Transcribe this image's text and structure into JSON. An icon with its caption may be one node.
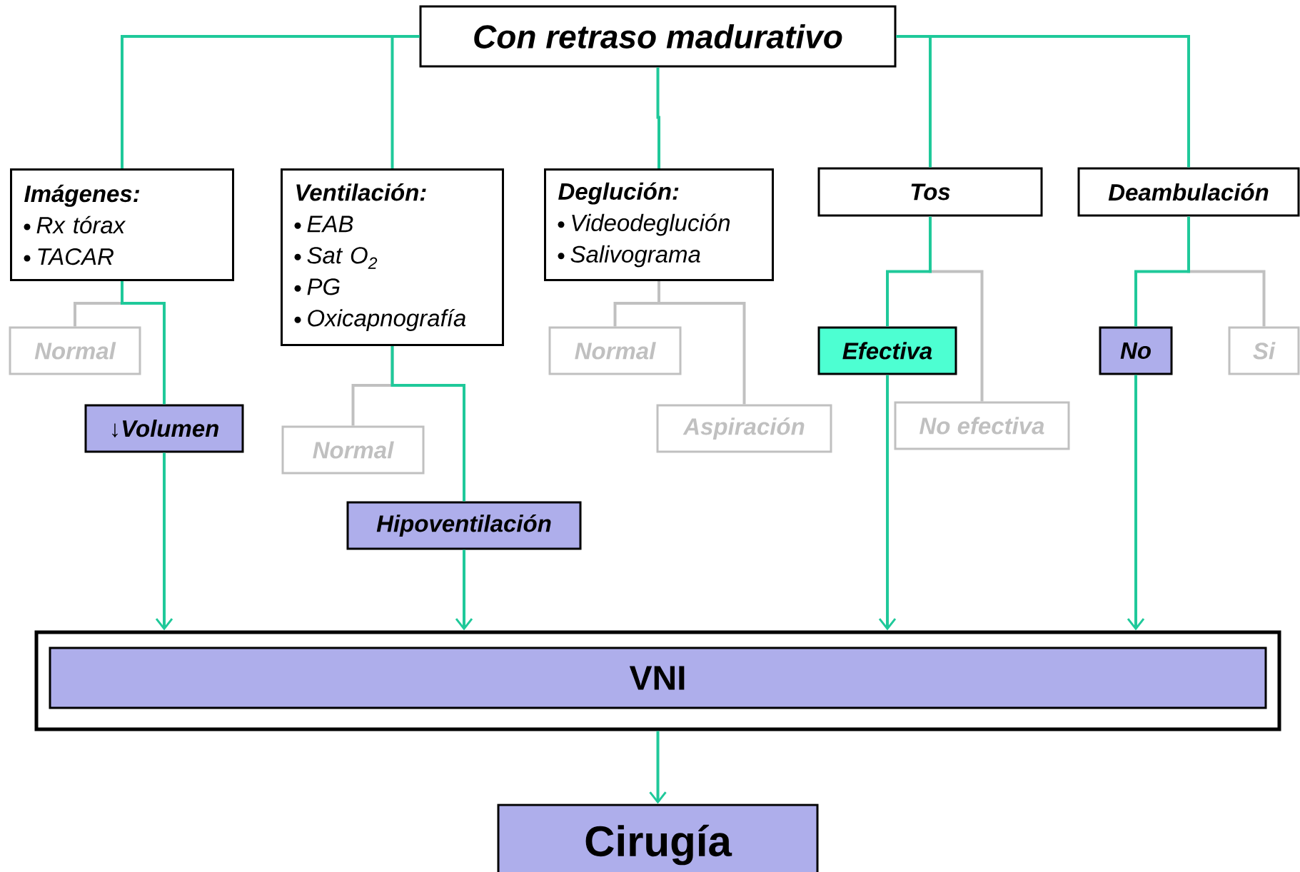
{
  "diagram": {
    "nodes": [
      {
        "text": [
          "Con retraso madurativo"
        ]
      },
      {
        "text": [
          "Imágenes:",
          "Rx tórax",
          "TACAR"
        ]
      },
      {
        "text": [
          "Ventilación:",
          "EAB",
          "Sat O$_{2}$",
          "PG",
          "Oxicapnografía"
        ]
      },
      {
        "text": [
          "Deglución:",
          "Videodeglución",
          "Salivograma"
        ]
      },
      {
        "text": [
          "Tos"
        ]
      },
      {
        "text": [
          "Deambulación"
        ]
      },
      {
        "text": [
          "Normal"
        ]
      },
      {
        "text": [
          "↓Volumen"
        ]
      },
      {
        "text": [
          "Normal"
        ]
      },
      {
        "text": [
          "Hipoventilación"
        ]
      },
      {
        "text": [
          "Normal"
        ]
      },
      {
        "text": [
          "Aspiración"
        ]
      },
      {
        "text": [
          "Efectiva"
        ]
      },
      {
        "text": [
          "No efectiva"
        ]
      },
      {
        "text": [
          "No"
        ]
      },
      {
        "text": [
          "Si"
        ]
      },
      {
        "text": [],
        "shape": "box"
      },
      {
        "text": [
          "VNI"
        ],
        "in": 16
      },
      {
        "text": [
          "Cirugía"
        ]
      }
    ],
    "edges": [
      {
        "from": 0,
        "to": 1,
        "arrow": "none"
      },
      {
        "from": 0,
        "to": 2,
        "arrow": "none"
      },
      {
        "from": 0,
        "to": 3,
        "arrow": "none"
      },
      {
        "from": 0,
        "to": 4,
        "arrow": "none"
      },
      {
        "from": 0,
        "to": 5,
        "arrow": "none"
      },
      {
        "from": 1,
        "to": 6,
        "arrow": "none",
        "color": "#c0c0c0"
      },
      {
        "from": 1,
        "to": 7,
        "arrow": "none"
      },
      {
        "from": 2,
        "to": 8,
        "arrow": "none",
        "color": "#c0c0c0"
      },
      {
        "from": 2,
        "to": 9,
        "arrow": "none"
      },
      {
        "from": 3,
        "to": 10,
        "arrow": "none",
        "color": "#c0c0c0"
      },
      {
        "from": 3,
        "to": 11,
        "arrow": "none",
        "color": "#c0c0c0"
      },
      {
        "from": 4,
        "to": 12,
        "arrow": "none"
      },
      {
        "from": 4,
        "to": 13,
        "arrow": "none",
        "color": "#c0c0c0"
      },
      {
        "from": 5,
        "to": 14,
        "arrow": "none"
      },
      {
        "from": 5,
        "to": 15,
        "arrow": "none",
        "color": "#c0c0c0"
      },
      {
        "from": 7,
        "to": 16,
        "arrow": "to"
      },
      {
        "from": 9,
        "to": 16,
        "arrow": "to"
      },
      {
        "from": 12,
        "to": 16,
        "arrow": "to"
      },
      {
        "from": 14,
        "to": 16,
        "arrow": "to"
      },
      {
        "from": 16,
        "to": 18,
        "arrow": "to"
      }
    ]
  }
}
